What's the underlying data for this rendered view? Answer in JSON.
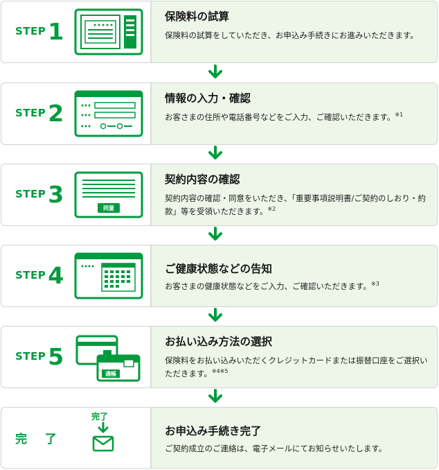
{
  "steps": [
    {
      "word": "STEP",
      "num": "1",
      "title": "保険料の試算",
      "desc": "保険料の試算をしていただき、お申込み手続きにお進みいただきます。",
      "note": "",
      "icon": "calculator-screen-icon"
    },
    {
      "word": "STEP",
      "num": "2",
      "title": "情報の入力・確認",
      "desc": "お客さまの住所や電話番号などをご入力、ご確認いただきます。",
      "note": "※1",
      "icon": "form-input-icon"
    },
    {
      "word": "STEP",
      "num": "3",
      "title": "契約内容の確認",
      "desc": "契約内容の確認・同意をいただき、「重要事項説明書/ご契約のしおり・約款」等を受領いただきます。",
      "note": "※2",
      "icon": "document-agree-icon",
      "badge": "同意"
    },
    {
      "word": "STEP",
      "num": "4",
      "title": "ご健康状態などの告知",
      "desc": "お客さまの健康状態などをご入力、ご確認いただきます。",
      "note": "※3",
      "icon": "health-form-icon"
    },
    {
      "word": "STEP",
      "num": "5",
      "title": "お払い込み方法の選択",
      "desc": "保険料をお払い込みいただくクレジットカードまたは振替口座をご選択いただきます。",
      "note": "※4※5",
      "icon": "card-passbook-icon",
      "badge": "通帳"
    }
  ],
  "final": {
    "label": "完 了",
    "icon_label": "完了",
    "title": "お申込み手続き完了",
    "desc": "ご契約成立のご連絡は、電子メールにてお知らせいたします。",
    "icon": "mail-envelope-icon"
  },
  "colors": {
    "accent_green": "#009b3e",
    "panel_bg": "#eef6e9",
    "border": "#cfd4cf"
  }
}
